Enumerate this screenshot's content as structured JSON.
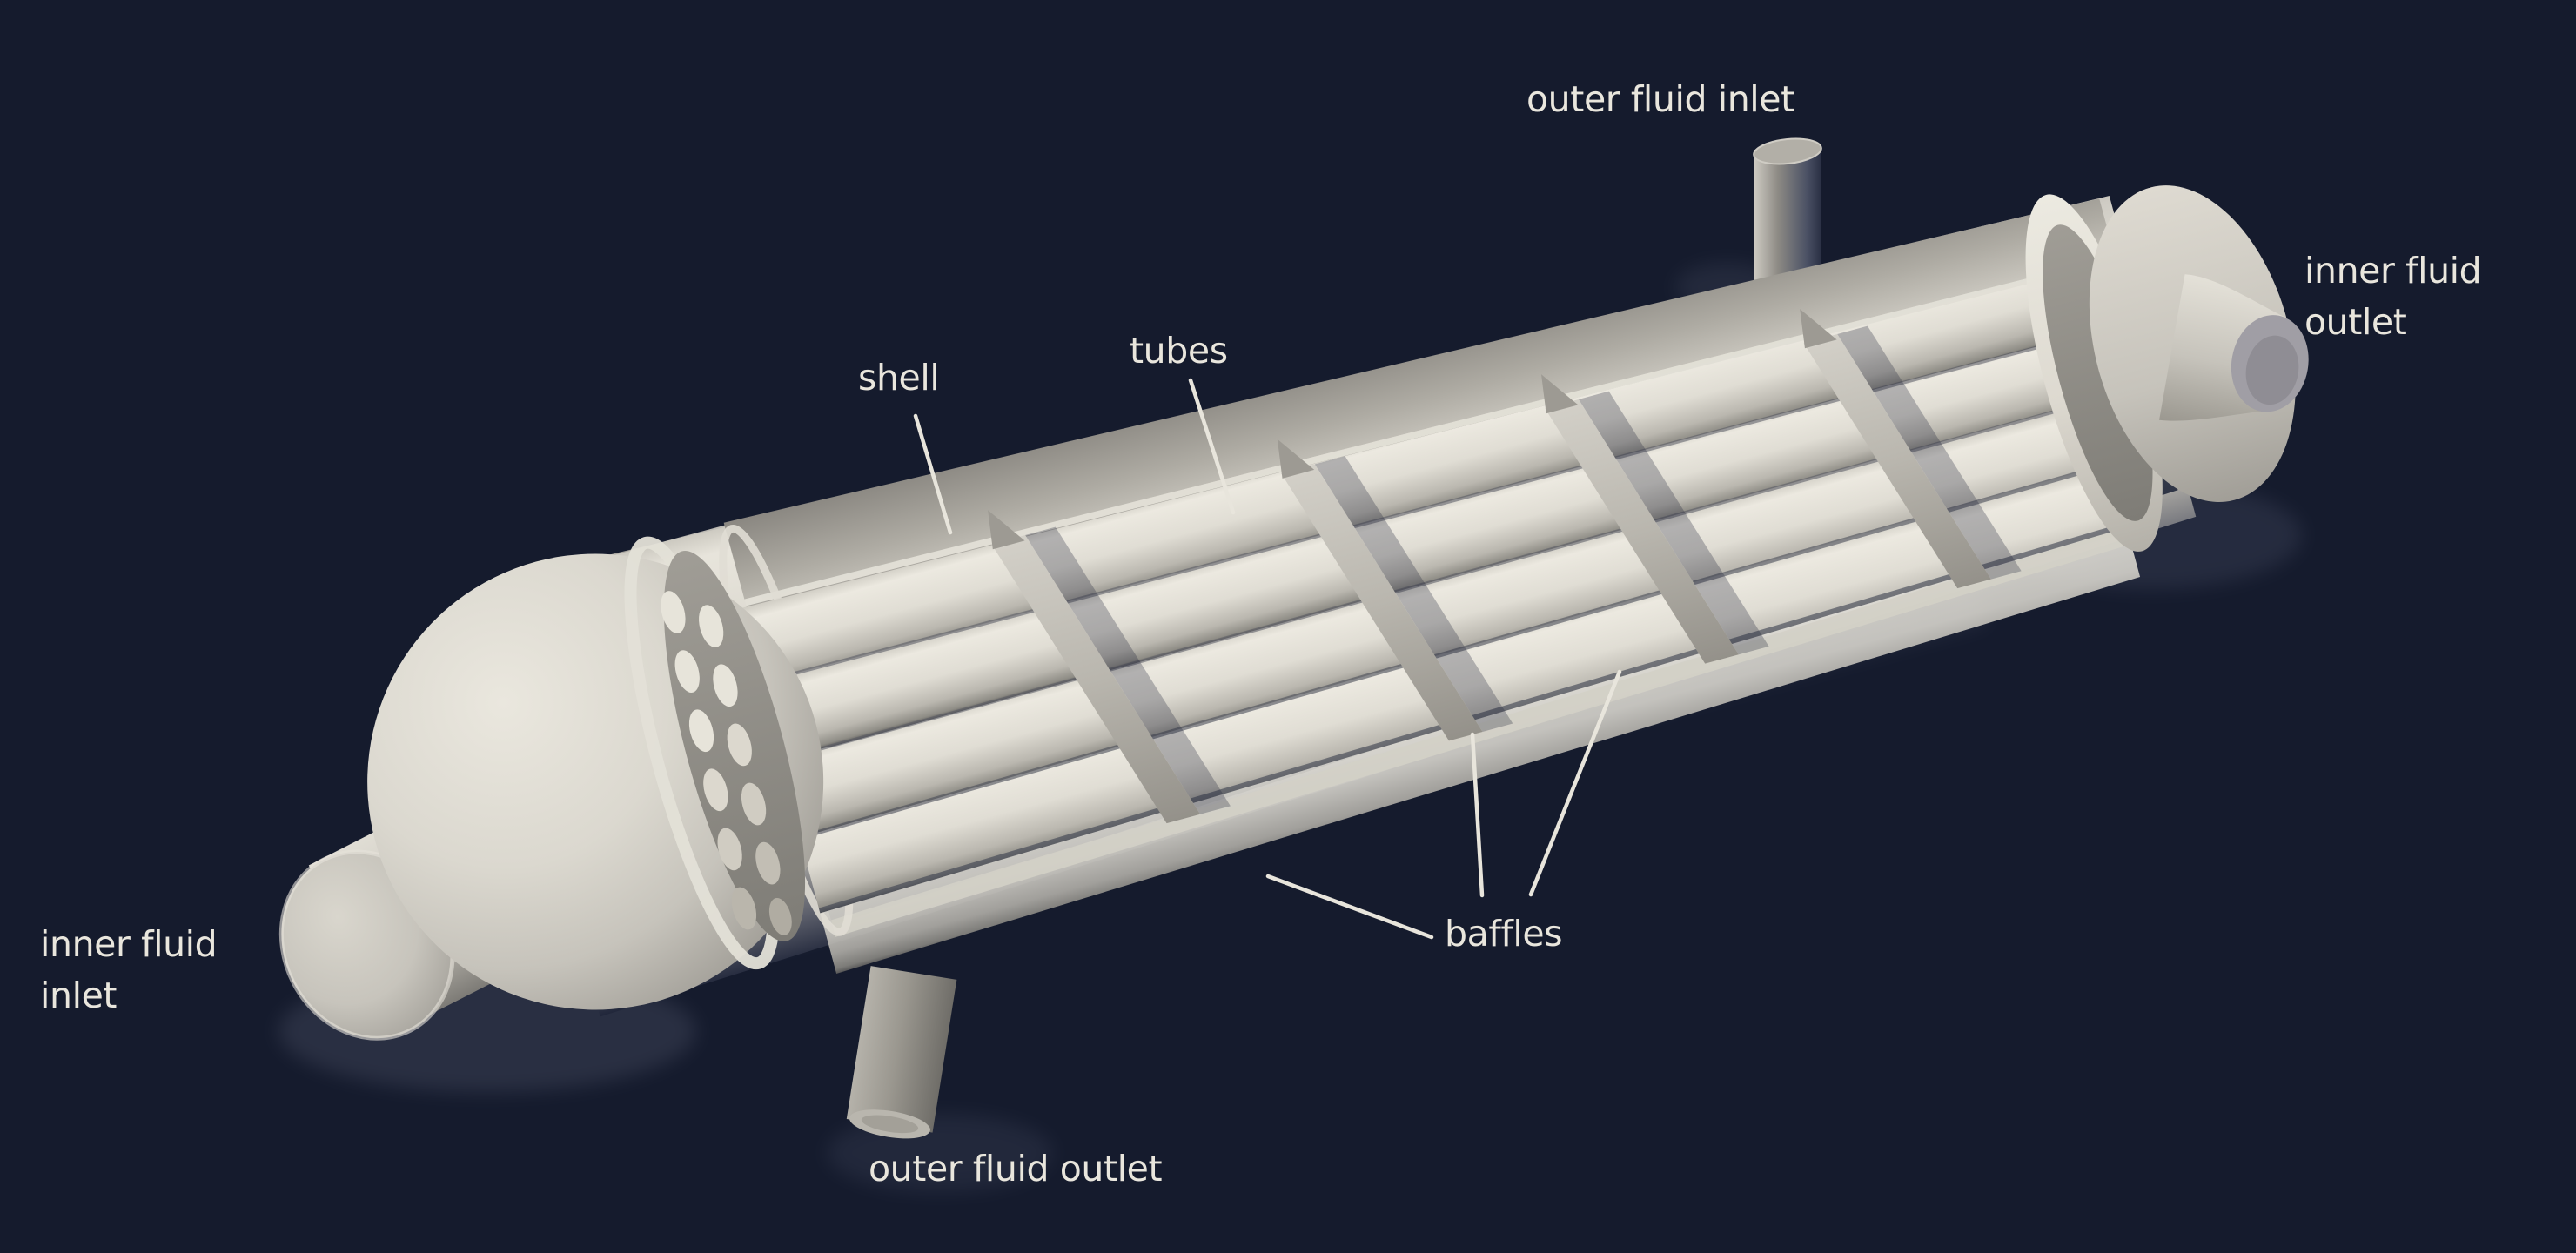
{
  "figure": {
    "background_color": "#151b2d",
    "model_light_color": "#e9e6dd",
    "model_mid_color": "#b7b4ac",
    "model_shadow_color": "#8d8a84",
    "annotation_color": "#e9e6dd",
    "labels": {
      "outer_fluid_inlet": "outer fluid inlet",
      "inner_fluid_outlet": "inner fluid\noutlet",
      "shell": "shell",
      "tubes": "tubes",
      "baffles": "baffles",
      "inner_fluid_inlet": "inner fluid\ninlet",
      "outer_fluid_outlet": "outer fluid outlet"
    }
  }
}
